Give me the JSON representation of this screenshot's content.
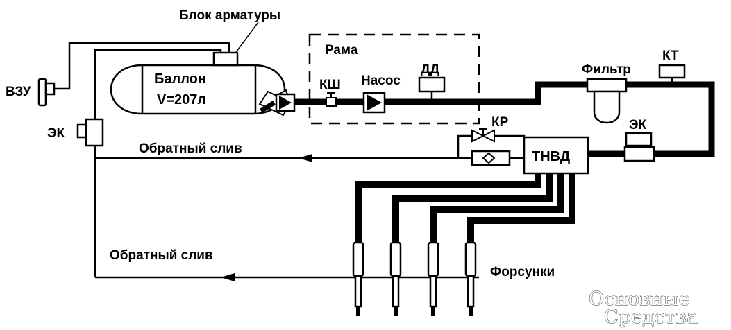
{
  "labels": {
    "block_armatury": "Блок арматуры",
    "rama": "Рама",
    "ballon": "Баллон",
    "volume": "V=207л",
    "vzu": "ВЗУ",
    "ek_left": "ЭК",
    "ksh": "КШ",
    "nasos": "Насос",
    "dd": "ДД",
    "filtr": "Фильтр",
    "kt": "КТ",
    "kr": "КР",
    "ek_right": "ЭК",
    "tnvd": "ТНВД",
    "return_upper": "Обратный слив",
    "return_lower": "Обратный слив",
    "forsunki": "Форсунки"
  },
  "watermark": {
    "line1": "Основные",
    "line2": "Средства"
  }
}
